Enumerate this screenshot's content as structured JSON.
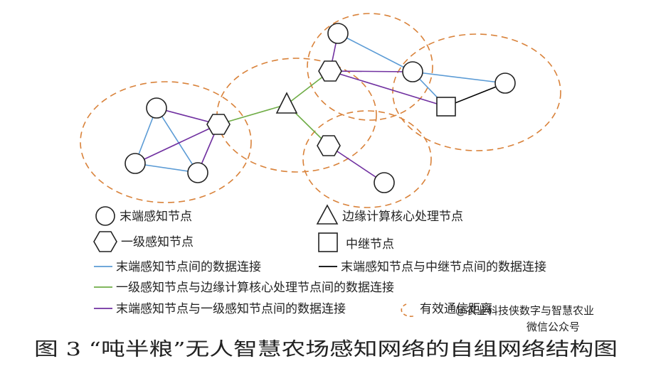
{
  "colors": {
    "terminal_terminal": "#5b9bd5",
    "primary_edge": "#70ad47",
    "terminal_primary": "#7030a0",
    "terminal_relay": "#000000",
    "range": "#d9823a"
  },
  "legend": {
    "terminal_node": "末端感知节点",
    "edge_node": "边缘计算核心处理节点",
    "primary_node": "一级感知节点",
    "relay_node": "中继节点",
    "line_terminal_terminal": "末端感知节点间的数据连接",
    "line_terminal_relay": "末端感知节点与中继节点间的数据连接",
    "line_primary_edge": "一级感知节点与边缘计算核心处理节点间的数据连接",
    "line_terminal_primary": "末端感知节点与一级感知节点间的数据连接",
    "comm_range": "有效通信距离"
  },
  "watermark": {
    "line1": "@农业科技侠数字与智慧农业",
    "line2": "微信公众号"
  },
  "caption": "图 3 “吨半粮”无人智慧农场感知网络的自组网络结构图"
}
